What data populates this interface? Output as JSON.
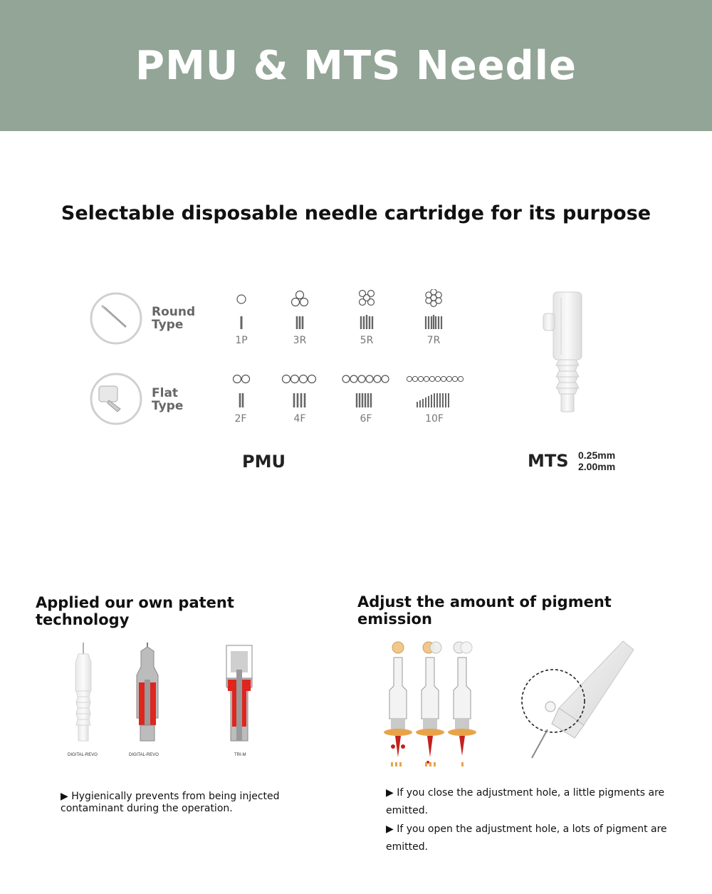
{
  "header": {
    "title": "PMU & MTS Needle"
  },
  "section1": {
    "title": "Selectable disposable needle cartridge for its purpose",
    "round_label_1": "Round",
    "round_label_2": "Type",
    "flat_label_1": "Flat",
    "flat_label_2": "Type",
    "round_codes": [
      "1P",
      "3R",
      "5R",
      "7R"
    ],
    "flat_codes": [
      "2F",
      "4F",
      "6F",
      "10F"
    ],
    "pmu_label": "PMU",
    "mts_label": "MTS",
    "mts_spec_1": "0.25mm",
    "mts_spec_2": "2.00mm"
  },
  "patent": {
    "title": "Applied our own patent technology",
    "captions": [
      "DIGITAL-REVO",
      "DIGITAL-REVO",
      "TRI-M"
    ],
    "note_line1": "▶ Hygienically prevents from being injected",
    "note_line2": "contaminant during the operation."
  },
  "pigment": {
    "title": "Adjust the amount of pigment emission",
    "note1_line1": "▶ If you close the adjustment hole, a little pigments are",
    "note1_line2": "emitted.",
    "note2_line1": "▶ If you open the adjustment hole, a lots of pigment are",
    "note2_line2": "emitted."
  },
  "colors": {
    "banner": "#93a596",
    "accent_red": "#e0251f",
    "pigment_orange": "#e8a34a"
  }
}
